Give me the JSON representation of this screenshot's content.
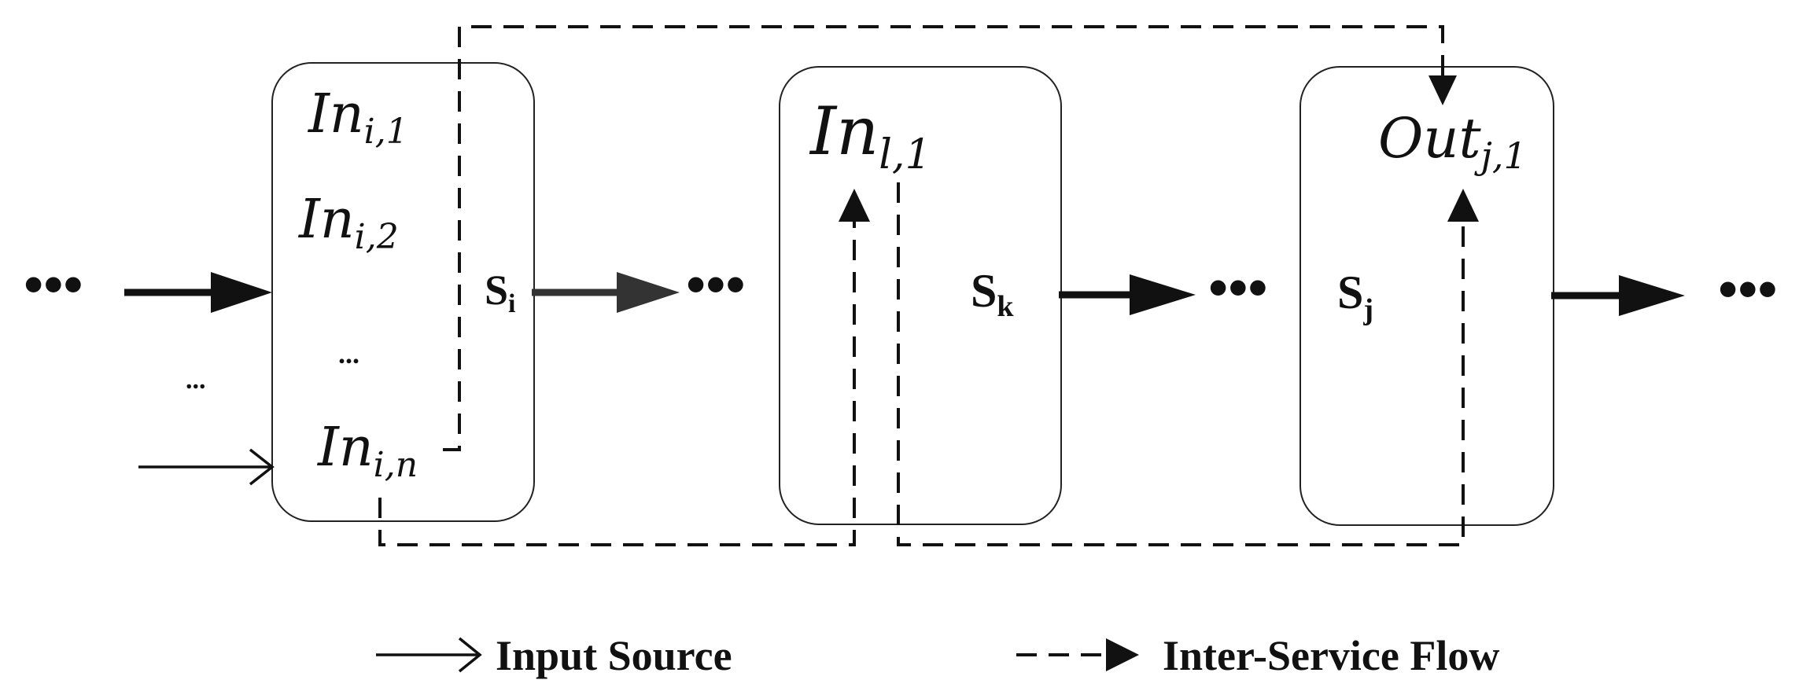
{
  "service_i": {
    "label": "S",
    "sub": "i",
    "inputs": [
      {
        "base": "In",
        "sub": "i,1"
      },
      {
        "base": "In",
        "sub": "i,2"
      },
      {
        "text": "..."
      },
      {
        "base": "In",
        "sub": "i,n"
      }
    ]
  },
  "service_k": {
    "label": "S",
    "sub": "k",
    "input": {
      "base": "In",
      "sub": "l,1"
    }
  },
  "service_j": {
    "label": "S",
    "sub": "j",
    "output": {
      "base": "Out",
      "sub": "j,1"
    }
  },
  "ellipsis": {
    "big": "•••",
    "small": "..."
  },
  "legend": {
    "input_source": "Input Source",
    "inter_service_flow": "Inter-Service Flow"
  }
}
